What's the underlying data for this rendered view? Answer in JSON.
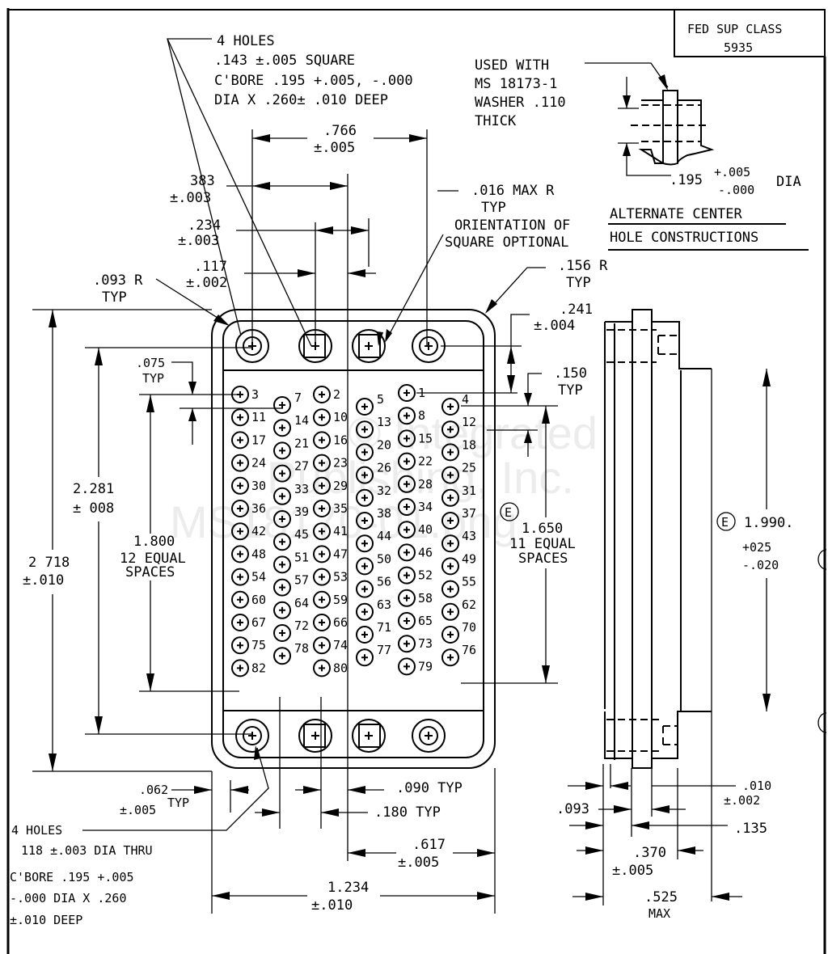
{
  "title_block": {
    "line1": "FED SUP CLASS",
    "line2": "5935"
  },
  "notes": {
    "top_holes": [
      "4 HOLES",
      ".143 ±.005 SQUARE",
      "C'BORE .195 +.005, -.000",
      "DIA X .260± .010 DEEP"
    ],
    "used_with": [
      "USED WITH",
      "MS 18173-1",
      "WASHER .110",
      "THICK"
    ],
    "alt_dim_main": ".195",
    "alt_dim_plus": "+.005",
    "alt_dim_minus": "-.000",
    "alt_dim_suffix": "DIA",
    "alt_title_1": "ALTERNATE CENTER",
    "alt_title_2": "HOLE CONSTRUCTIONS",
    "max_r": ".016 MAX R",
    "max_r_typ": "TYP",
    "orient_1": "ORIENTATION OF",
    "orient_2": "SQUARE OPTIONAL",
    "bottom_holes": [
      "4 HOLES",
      "118 ±.003 DIA THRU",
      "C'BORE .195 +.005",
      "-.000 DIA X .260",
      "±.010 DEEP"
    ]
  },
  "dims": {
    "d766": [
      ".766",
      "±.005"
    ],
    "d383": [
      "383",
      "±.003"
    ],
    "d234": [
      ".234",
      "±.003"
    ],
    "d117": [
      ".117",
      "±.002"
    ],
    "r093": [
      ".093 R",
      "TYP"
    ],
    "r156": [
      ".156 R",
      "TYP"
    ],
    "d241": [
      ".241",
      "±.004"
    ],
    "d150": [
      ".150",
      "TYP"
    ],
    "d075": [
      ".075",
      "TYP"
    ],
    "d2281": [
      "2.281",
      "± 008"
    ],
    "d2718": [
      "2 718",
      "±.010"
    ],
    "d1800": [
      "1.800",
      "12 EQUAL",
      "SPACES"
    ],
    "d1650": [
      "E",
      "1.650",
      "11 EQUAL",
      "SPACES"
    ],
    "d1990": [
      "E",
      "1.990.",
      "+025",
      "-.020"
    ],
    "d062": [
      ".062",
      "±.005",
      "TYP"
    ],
    "d090": ".090 TYP",
    "d180": ".180 TYP",
    "d617": [
      ".617",
      "±.005"
    ],
    "d1234": [
      "1.234",
      "±.010"
    ],
    "d010": [
      ".010",
      "±.002"
    ],
    "d093": ".093",
    "d135": ".135",
    "d370": [
      ".370",
      "±.005"
    ],
    "d525": [
      ".525",
      "MAX"
    ]
  },
  "pins": [
    {
      "n": "3"
    },
    {
      "n": "7"
    },
    {
      "n": "2"
    },
    {
      "n": "5"
    },
    {
      "n": "1"
    },
    {
      "n": "4"
    },
    {
      "n": "11"
    },
    {
      "n": "14"
    },
    {
      "n": "10"
    },
    {
      "n": "13"
    },
    {
      "n": "8"
    },
    {
      "n": "12"
    },
    {
      "n": "17"
    },
    {
      "n": "21"
    },
    {
      "n": "16"
    },
    {
      "n": "20"
    },
    {
      "n": "15"
    },
    {
      "n": "18"
    },
    {
      "n": "24"
    },
    {
      "n": "27"
    },
    {
      "n": "23"
    },
    {
      "n": "26"
    },
    {
      "n": "22"
    },
    {
      "n": "25"
    },
    {
      "n": "30"
    },
    {
      "n": "33"
    },
    {
      "n": "29"
    },
    {
      "n": "32"
    },
    {
      "n": "28"
    },
    {
      "n": "31"
    },
    {
      "n": "36"
    },
    {
      "n": "39"
    },
    {
      "n": "35"
    },
    {
      "n": "38"
    },
    {
      "n": "34"
    },
    {
      "n": "37"
    },
    {
      "n": "42"
    },
    {
      "n": "45"
    },
    {
      "n": "41"
    },
    {
      "n": "44"
    },
    {
      "n": "40"
    },
    {
      "n": "43"
    },
    {
      "n": "48"
    },
    {
      "n": "51"
    },
    {
      "n": "47"
    },
    {
      "n": "50"
    },
    {
      "n": "46"
    },
    {
      "n": "49"
    },
    {
      "n": "54"
    },
    {
      "n": "57"
    },
    {
      "n": "53"
    },
    {
      "n": "56"
    },
    {
      "n": "52"
    },
    {
      "n": "55"
    },
    {
      "n": "60"
    },
    {
      "n": "64"
    },
    {
      "n": "59"
    },
    {
      "n": "63"
    },
    {
      "n": "58"
    },
    {
      "n": "62"
    },
    {
      "n": "67"
    },
    {
      "n": "72"
    },
    {
      "n": "66"
    },
    {
      "n": "71"
    },
    {
      "n": "65"
    },
    {
      "n": "70"
    },
    {
      "n": "75"
    },
    {
      "n": "78"
    },
    {
      "n": "74"
    },
    {
      "n": "77"
    },
    {
      "n": "73"
    },
    {
      "n": "76"
    },
    {
      "n": "82"
    },
    {
      "n": null
    },
    {
      "n": "80"
    },
    {
      "n": null
    },
    {
      "n": "79"
    },
    {
      "n": null
    }
  ],
  "watermark": [
    "© Integrated",
    "Publishing, Inc.",
    "MS18170-01.png"
  ]
}
